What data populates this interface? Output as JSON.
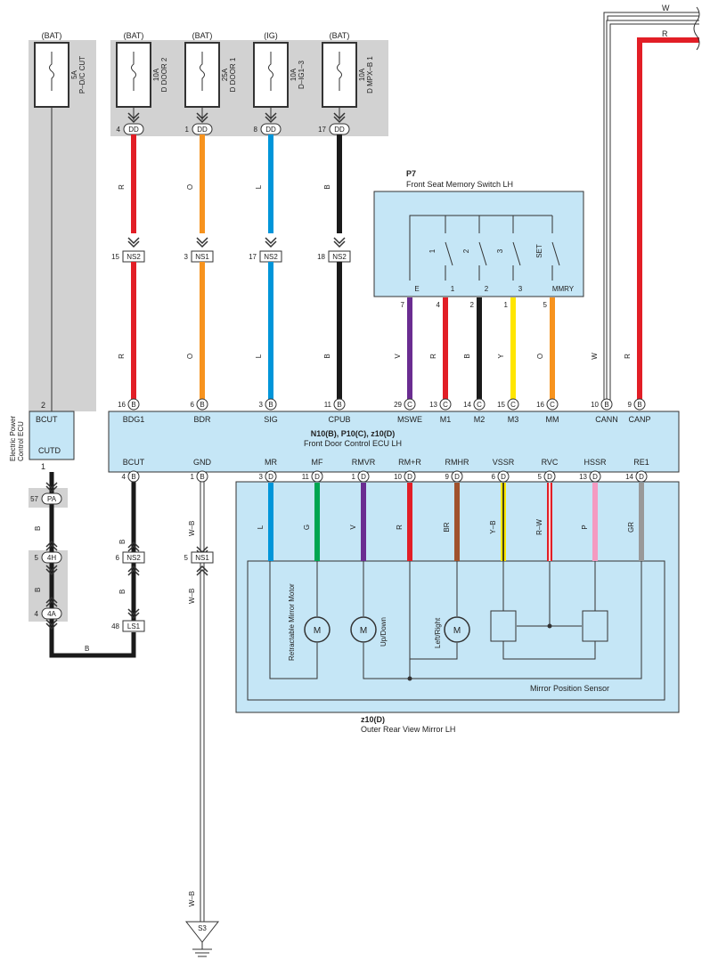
{
  "colors": {
    "R": "#e21e26",
    "O": "#f7931e",
    "L": "#0095d9",
    "B": "#1a1a1a",
    "V": "#6a2c91",
    "Y": "#ffe600",
    "G": "#00a651",
    "BR": "#a0522d",
    "P": "#f49ac1",
    "GR": "#999999",
    "W": "#ffffff",
    "box": "#c5e6f6",
    "shade": "#d2d2d2"
  },
  "fuses": [
    {
      "src": "(BAT)",
      "amp": "5A",
      "name": "P–D/C CUT"
    },
    {
      "src": "(BAT)",
      "amp": "10A",
      "name": "D DOOR 2",
      "pin": "4",
      "conn": "DD"
    },
    {
      "src": "(BAT)",
      "amp": "25A",
      "name": "D DOOR 1",
      "pin": "1",
      "conn": "DD"
    },
    {
      "src": "(IG)",
      "amp": "10A",
      "name": "D–IG1–3",
      "pin": "8",
      "conn": "DD"
    },
    {
      "src": "(BAT)",
      "amp": "10A",
      "name": "D MPX–B 1",
      "pin": "17",
      "conn": "DD"
    }
  ],
  "ns_connectors": [
    {
      "pin": "15",
      "label": "NS2"
    },
    {
      "pin": "3",
      "label": "NS1"
    },
    {
      "pin": "17",
      "label": "NS2"
    },
    {
      "pin": "18",
      "label": "NS2"
    }
  ],
  "upper_wires": [
    {
      "code": "R",
      "pin": "16",
      "term": "BDG1"
    },
    {
      "code": "O",
      "pin": "6",
      "term": "BDR"
    },
    {
      "code": "L",
      "pin": "3",
      "term": "SIG"
    },
    {
      "code": "B",
      "pin": "11",
      "term": "CPUB"
    }
  ],
  "switch": {
    "id": "P7",
    "title": "Front Seat Memory Switch LH",
    "contacts": [
      "1",
      "2",
      "3",
      "SET"
    ],
    "terms": [
      "E",
      "1",
      "2",
      "3",
      "MMRY"
    ],
    "pins": [
      {
        "pin": "7",
        "code": "V",
        "term": "MSWE"
      },
      {
        "pin": "4",
        "code": "R",
        "term": "M1"
      },
      {
        "pin": "2",
        "code": "B",
        "term": "M2"
      },
      {
        "pin": "1",
        "code": "Y",
        "term": "M3"
      },
      {
        "pin": "5",
        "code": "O",
        "term": "MM"
      }
    ],
    "ecu_pins": [
      "29",
      "13",
      "14",
      "15",
      "16"
    ],
    "conn": "C"
  },
  "can": [
    {
      "pin": "10",
      "code": "W",
      "term": "CANN"
    },
    {
      "pin": "9",
      "code": "R",
      "term": "CANP"
    }
  ],
  "top_right_labels": [
    "W",
    "R"
  ],
  "ecu": {
    "line1": "N10(B), P10(C), z10(D)",
    "line2": "Front Door Control ECU LH"
  },
  "bottom_terms": [
    {
      "term": "BCUT",
      "pin": "4",
      "conn": "B"
    },
    {
      "term": "GND",
      "pin": "1",
      "conn": "B"
    },
    {
      "term": "MR",
      "pin": "3",
      "conn": "D",
      "code": "L"
    },
    {
      "term": "MF",
      "pin": "11",
      "conn": "D",
      "code": "G"
    },
    {
      "term": "RMVR",
      "pin": "1",
      "conn": "D",
      "code": "V"
    },
    {
      "term": "RM+R",
      "pin": "10",
      "conn": "D",
      "code": "R"
    },
    {
      "term": "RMHR",
      "pin": "9",
      "conn": "D",
      "code": "BR"
    },
    {
      "term": "VSSR",
      "pin": "6",
      "conn": "D",
      "code": "Y–B"
    },
    {
      "term": "RVC",
      "pin": "5",
      "conn": "D",
      "code": "R–W"
    },
    {
      "term": "HSSR",
      "pin": "13",
      "conn": "D",
      "code": "P"
    },
    {
      "term": "RE1",
      "pin": "14",
      "conn": "D",
      "code": "GR"
    }
  ],
  "power_ecu": {
    "label1": "Electric Power",
    "label2": "Control ECU",
    "top": "BCUT",
    "bottom": "CUTD",
    "pin_top": "2",
    "pin_bot": "1"
  },
  "left_conns": [
    {
      "pin": "57",
      "conn": "PA"
    },
    {
      "pin": "5",
      "conn": "4H"
    },
    {
      "pin": "4",
      "conn": "4A"
    }
  ],
  "mid_conns": [
    {
      "pin": "6",
      "label": "NS2"
    },
    {
      "pin": "48",
      "label": "LS1"
    },
    {
      "pin": "5",
      "label": "NS1"
    }
  ],
  "wire_codes": {
    "b": "B",
    "wb": "W–B"
  },
  "ground": "S3",
  "mirror": {
    "id": "z10(D)",
    "title": "Outer Rear View Mirror LH",
    "motors": [
      "Retractable Mirror Motor",
      "Up/Down",
      "Left/Right"
    ],
    "motor_symbol": "M",
    "sensor": "Mirror Position Sensor"
  }
}
